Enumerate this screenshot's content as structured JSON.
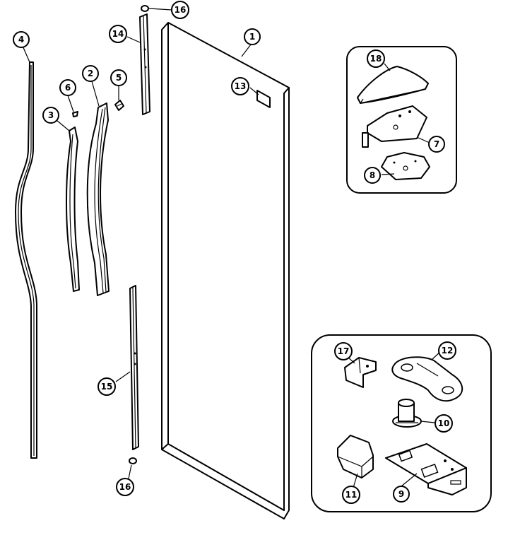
{
  "callouts": [
    {
      "id": "c1",
      "label": "1"
    },
    {
      "id": "c2",
      "label": "2"
    },
    {
      "id": "c3",
      "label": "3"
    },
    {
      "id": "c4",
      "label": "4"
    },
    {
      "id": "c5",
      "label": "5"
    },
    {
      "id": "c6",
      "label": "6"
    },
    {
      "id": "c7",
      "label": "7"
    },
    {
      "id": "c8",
      "label": "8"
    },
    {
      "id": "c9",
      "label": "9"
    },
    {
      "id": "c10",
      "label": "10"
    },
    {
      "id": "c11",
      "label": "11"
    },
    {
      "id": "c12",
      "label": "12"
    },
    {
      "id": "c13",
      "label": "13"
    },
    {
      "id": "c14",
      "label": "14"
    },
    {
      "id": "c15",
      "label": "15"
    },
    {
      "id": "c16a",
      "label": "16"
    },
    {
      "id": "c16b",
      "label": "16"
    },
    {
      "id": "c17",
      "label": "17"
    },
    {
      "id": "c18",
      "label": "18"
    }
  ]
}
